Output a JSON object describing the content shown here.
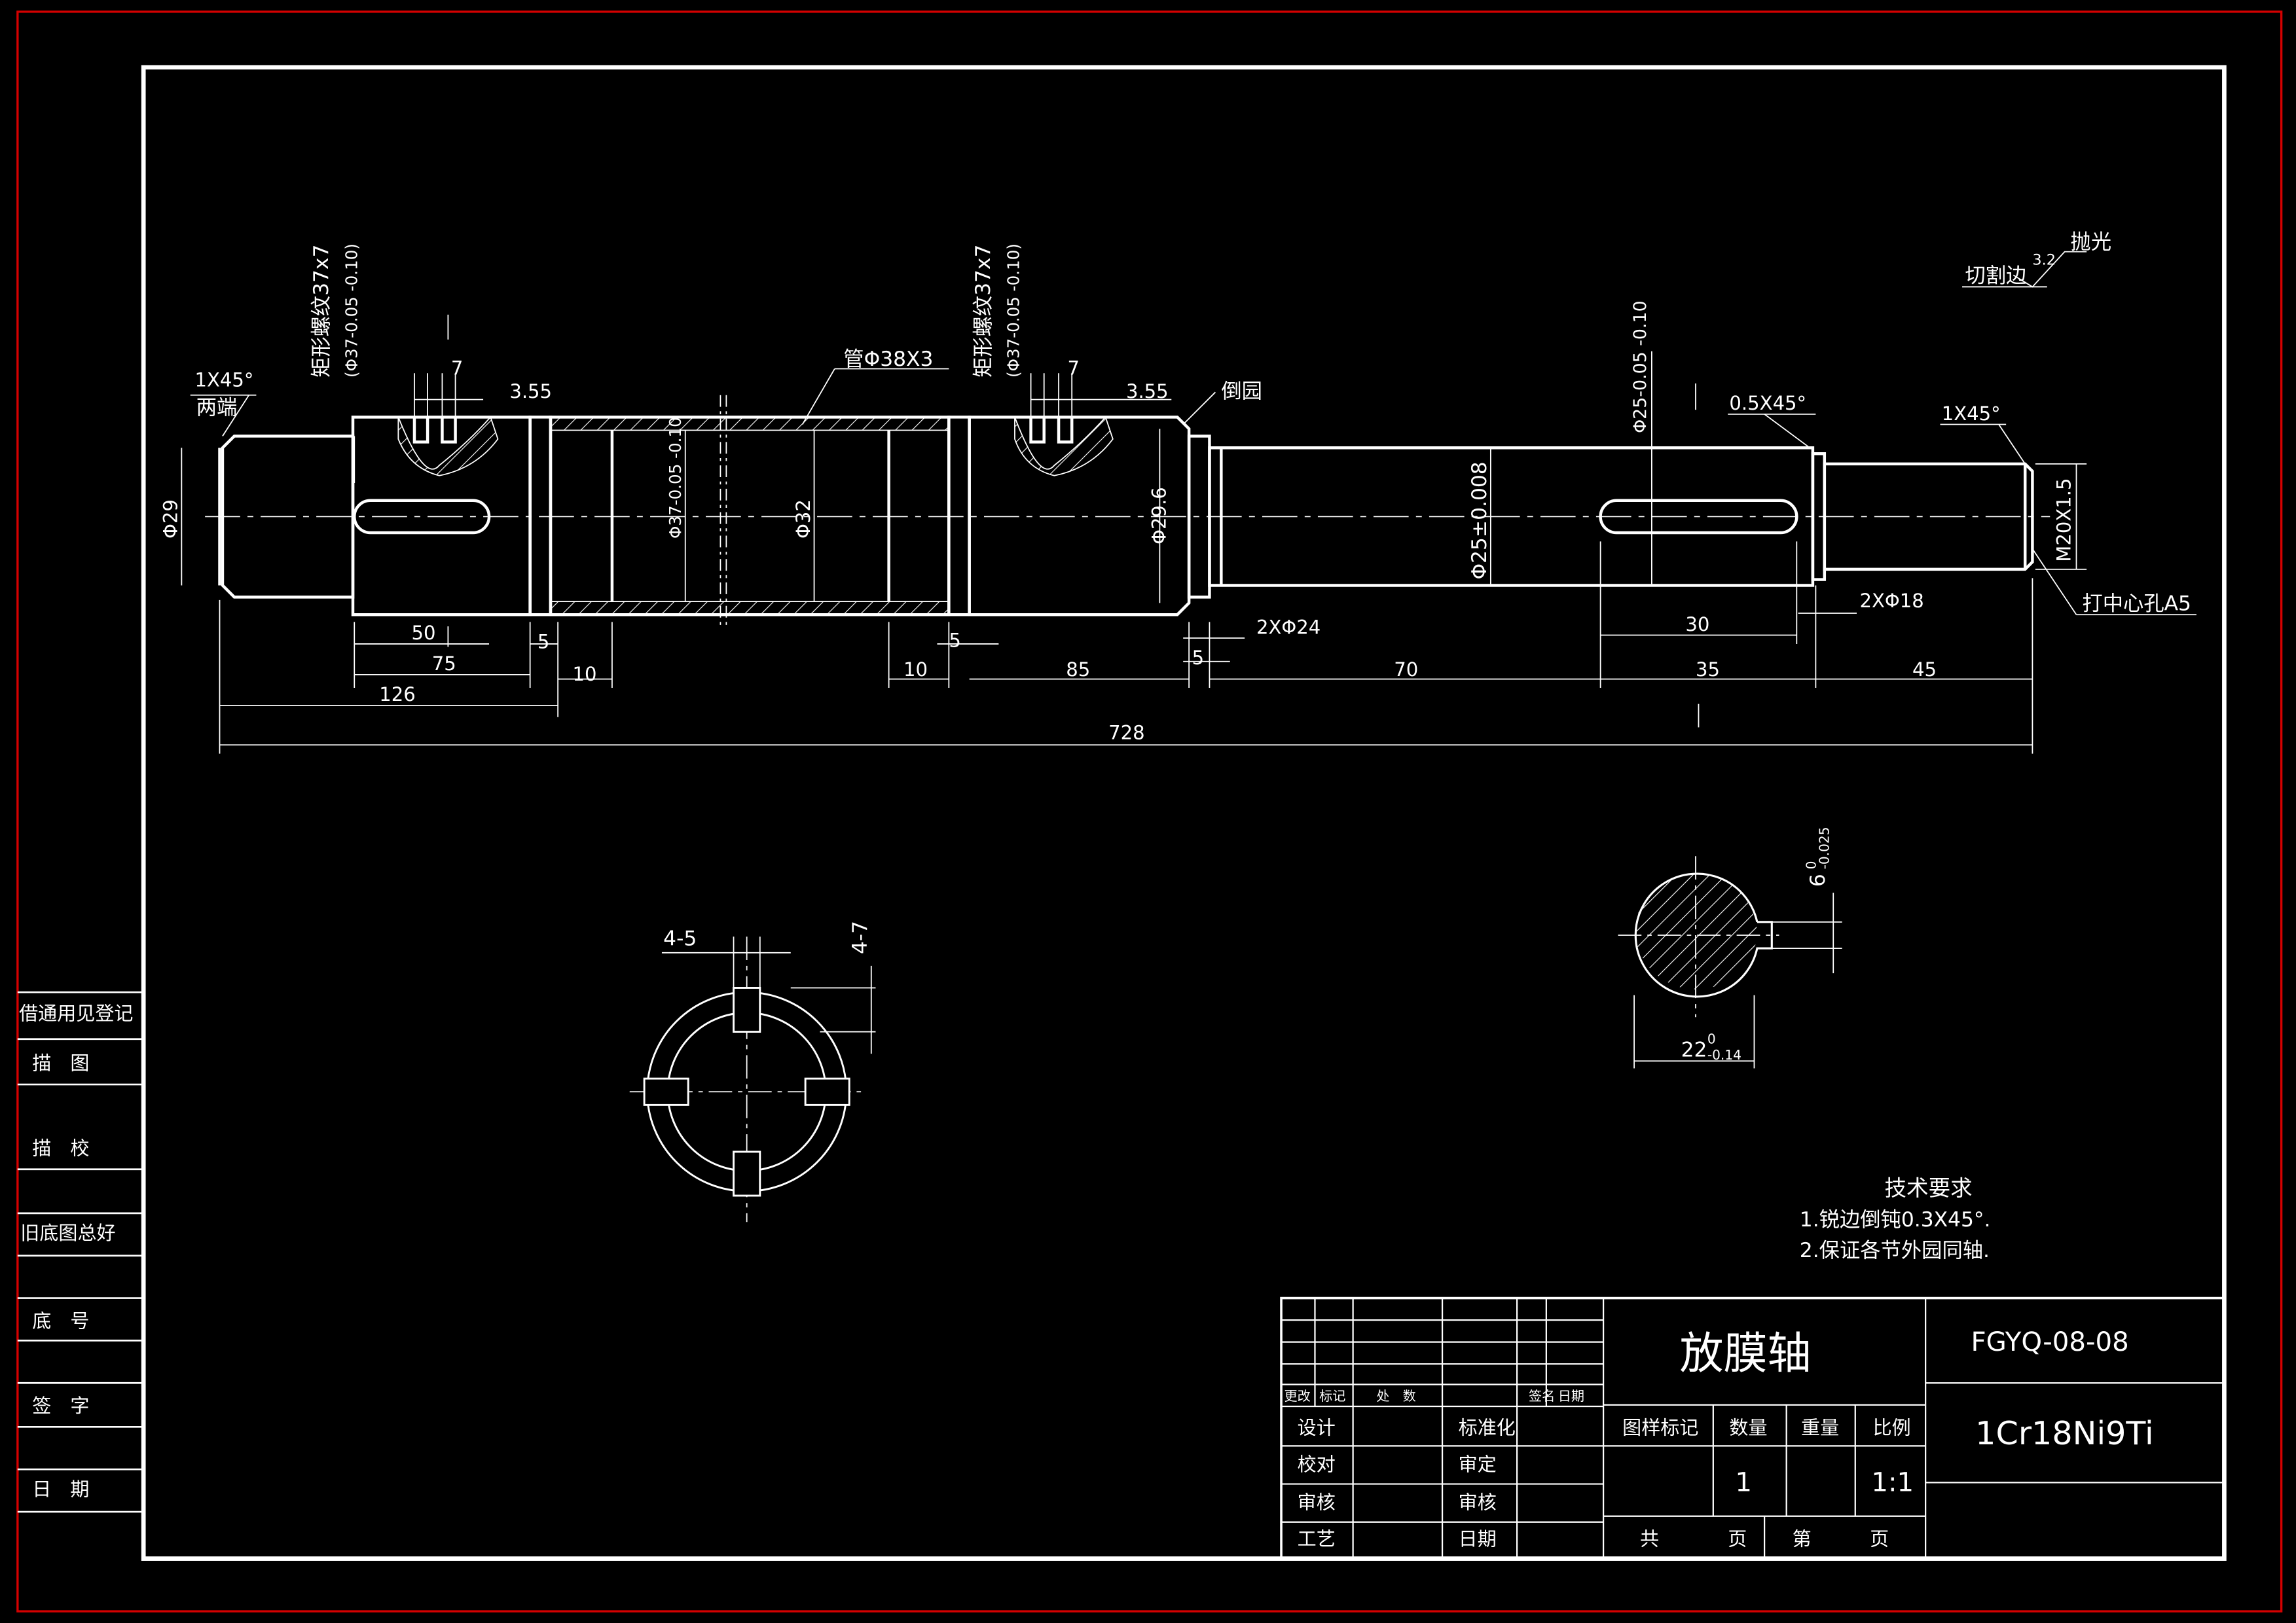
{
  "shaft": {
    "labels": {
      "chamfer_left": "1X45°",
      "both_ends": "两端",
      "thread_left": "矩形螺纹37x7",
      "thread_left_tol": "(Φ37-0.05 -0.10)",
      "thread_right": "矩形螺纹37x7",
      "thread_right_tol": "(Φ37-0.05 -0.10)",
      "tube": "管Φ38X3",
      "round_fillet": "倒园",
      "chamfer_mid": "0.5X45°",
      "chamfer_right": "1X45°",
      "center_hole": "打中心孔A5",
      "roughness_cut_edge": "切割边",
      "roughness_polish": "抛光",
      "roughness_value": "3.2"
    },
    "dimensions": {
      "d29": "Φ29",
      "d37": "Φ37-0.05 -0.10",
      "d32": "Φ32",
      "d296": "Φ29.6",
      "d25tol": "Φ25±0.008",
      "d25_upper": "Φ25-0.05 -0.10",
      "m20": "M20X1.5",
      "key7a": "7",
      "groove355a": "3.55",
      "key7b": "7",
      "groove355b": "3.55",
      "l50": "50",
      "l75": "75",
      "l5a": "5",
      "l10a": "10",
      "l126": "126",
      "l5b": "5",
      "l10b": "10",
      "l85": "85",
      "l5c": "5",
      "l2x24": "2XΦ24",
      "l70": "70",
      "l30": "30",
      "l2x18": "2XΦ18",
      "l35": "35",
      "l45": "45",
      "l728": "728"
    }
  },
  "section_left": {
    "dim_width": "4-5",
    "dim_depth": "4-7"
  },
  "section_right": {
    "key_width": "6",
    "key_width_tol_upper": "0",
    "key_width_tol_lower": "-0.025",
    "depth": "22",
    "depth_tol_upper": "0",
    "depth_tol_lower": "-0.14"
  },
  "tech_requirements": {
    "title": "技术要求",
    "items": [
      "1.锐边倒钝0.3X45°.",
      "2.保证各节外园同轴."
    ]
  },
  "left_strip": {
    "items": [
      "借通用见登记",
      "描　图",
      "描　校",
      "旧底图总好",
      "底　号",
      "签　字",
      "日　期"
    ]
  },
  "title_block": {
    "part_name": "放膜轴",
    "drawing_number": "FGYQ-08-08",
    "material": "1Cr18Ni9Ti",
    "revision_headers": [
      "更改",
      "标记",
      "处　数",
      "签名",
      "日期"
    ],
    "roles_left": [
      "设计",
      "校对",
      "审核",
      "工艺"
    ],
    "roles_right": [
      "标准化",
      "审定",
      "审核",
      "日期"
    ],
    "attr_headers": [
      "图样标记",
      "数量",
      "重量",
      "比例"
    ],
    "quantity": "1",
    "weight": "",
    "scale": "1:1",
    "sheets_total_label": "共",
    "sheets_total_unit": "页",
    "sheet_no_label": "第",
    "sheet_no_unit": "页"
  },
  "colors": {
    "background": "#000000",
    "line": "#ffffff",
    "outer_border": "#d40000"
  }
}
